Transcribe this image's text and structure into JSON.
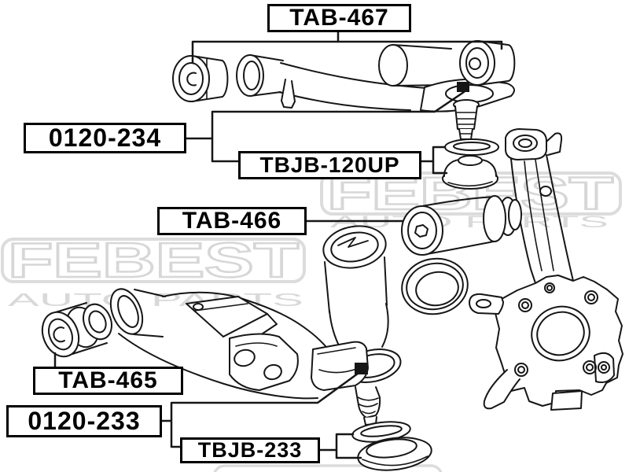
{
  "diagram": {
    "brand": "FEBEST",
    "tagline": "AUTO PARTS",
    "labels": {
      "tab467": "TAB-467",
      "p0120234": "0120-234",
      "tbjb120up": "TBJB-120UP",
      "tab466": "TAB-466",
      "tab465": "TAB-465",
      "p0120233": "0120-233",
      "tbjb233": "TBJB-233"
    },
    "callouts": [
      {
        "label": "TAB-467",
        "points_to": "upper control arm bushings (left and right)"
      },
      {
        "label": "0120-234",
        "points_to": "upper ball joint on upper control arm"
      },
      {
        "label": "TBJB-120UP",
        "points_to": "upper ball joint snap ring and dust boot"
      },
      {
        "label": "TAB-466",
        "points_to": "lower arm rear bushing"
      },
      {
        "label": "TAB-465",
        "points_to": "lower arm front bushing"
      },
      {
        "label": "0120-233",
        "points_to": "lower ball joint on lower control arm"
      },
      {
        "label": "TBJB-233",
        "points_to": "lower ball joint snap ring and dust boot"
      }
    ],
    "parts_depicted": [
      "upper control arm",
      "upper arm bushing",
      "upper ball joint",
      "snap ring",
      "dust boot",
      "lower control arm",
      "lower arm front bushing",
      "lower arm rear bushing",
      "spacer ring",
      "lower ball joint",
      "steering knuckle"
    ],
    "colors": {
      "line": "#161616",
      "watermark": "#d9d9d9",
      "background": "#ffffff"
    }
  }
}
